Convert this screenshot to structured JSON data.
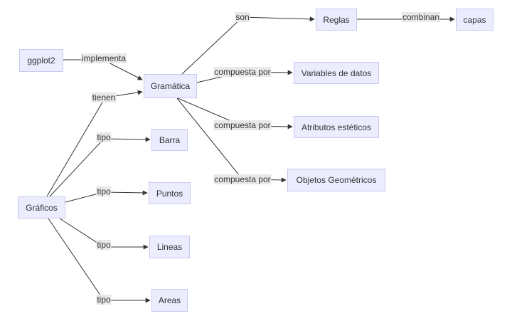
{
  "colors": {
    "node_fill": "#ECECFF",
    "node_border": "#C9C9F0",
    "edge": "#333333",
    "edge_label_bg": "#E8E8E8"
  },
  "nodes": {
    "ggplot2": "ggplot2",
    "gramatica": "Gramática",
    "reglas": "Reglas",
    "capas": "capas",
    "variables": "Variables de datos",
    "atributos": "Atributos estéticos",
    "objetos": "Objetos Geométricos",
    "graficos": "Gráficos",
    "barra": "Barra",
    "puntos": "Puntos",
    "lineas": "Lineas",
    "areas": "Areas"
  },
  "edges": [
    {
      "from": "ggplot2",
      "to": "gramatica",
      "label": "implementa"
    },
    {
      "from": "graficos",
      "to": "gramatica",
      "label": "tienen"
    },
    {
      "from": "gramatica",
      "to": "reglas",
      "label": "son"
    },
    {
      "from": "reglas",
      "to": "capas",
      "label": "combinan"
    },
    {
      "from": "gramatica",
      "to": "variables",
      "label": "compuesta por"
    },
    {
      "from": "gramatica",
      "to": "atributos",
      "label": "compuesta por"
    },
    {
      "from": "gramatica",
      "to": "objetos",
      "label": "compuesta por"
    },
    {
      "from": "graficos",
      "to": "barra",
      "label": "tipo"
    },
    {
      "from": "graficos",
      "to": "puntos",
      "label": "tipo"
    },
    {
      "from": "graficos",
      "to": "lineas",
      "label": "tipo"
    },
    {
      "from": "graficos",
      "to": "areas",
      "label": "tipo"
    }
  ]
}
